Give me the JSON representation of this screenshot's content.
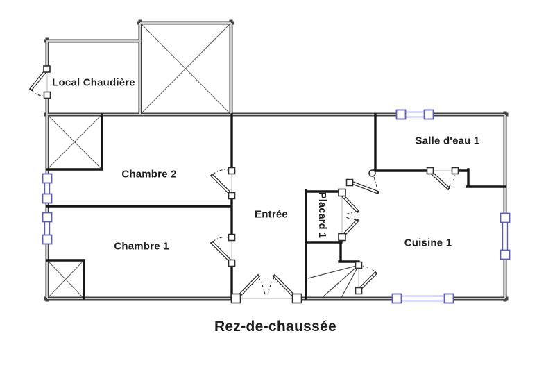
{
  "title": "Rez-de-chaussée",
  "rooms": {
    "local_chaudiere": "Local Chaudière",
    "chambre_2": "Chambre 2",
    "chambre_1": "Chambre 1",
    "entree": "Entrée",
    "placard_1": "Placard 1",
    "salle_deau_1": "Salle d'eau 1",
    "cuisine_1": "Cuisine 1"
  },
  "colors": {
    "wall": "#424242",
    "wall_core": "#cccccc",
    "inner_wall": "#161616",
    "window": "#5b5bbd",
    "text": "#1e1e1e",
    "thin": "#5f5f5f",
    "guide": "#c3c3c3",
    "background": "#ffffff"
  }
}
